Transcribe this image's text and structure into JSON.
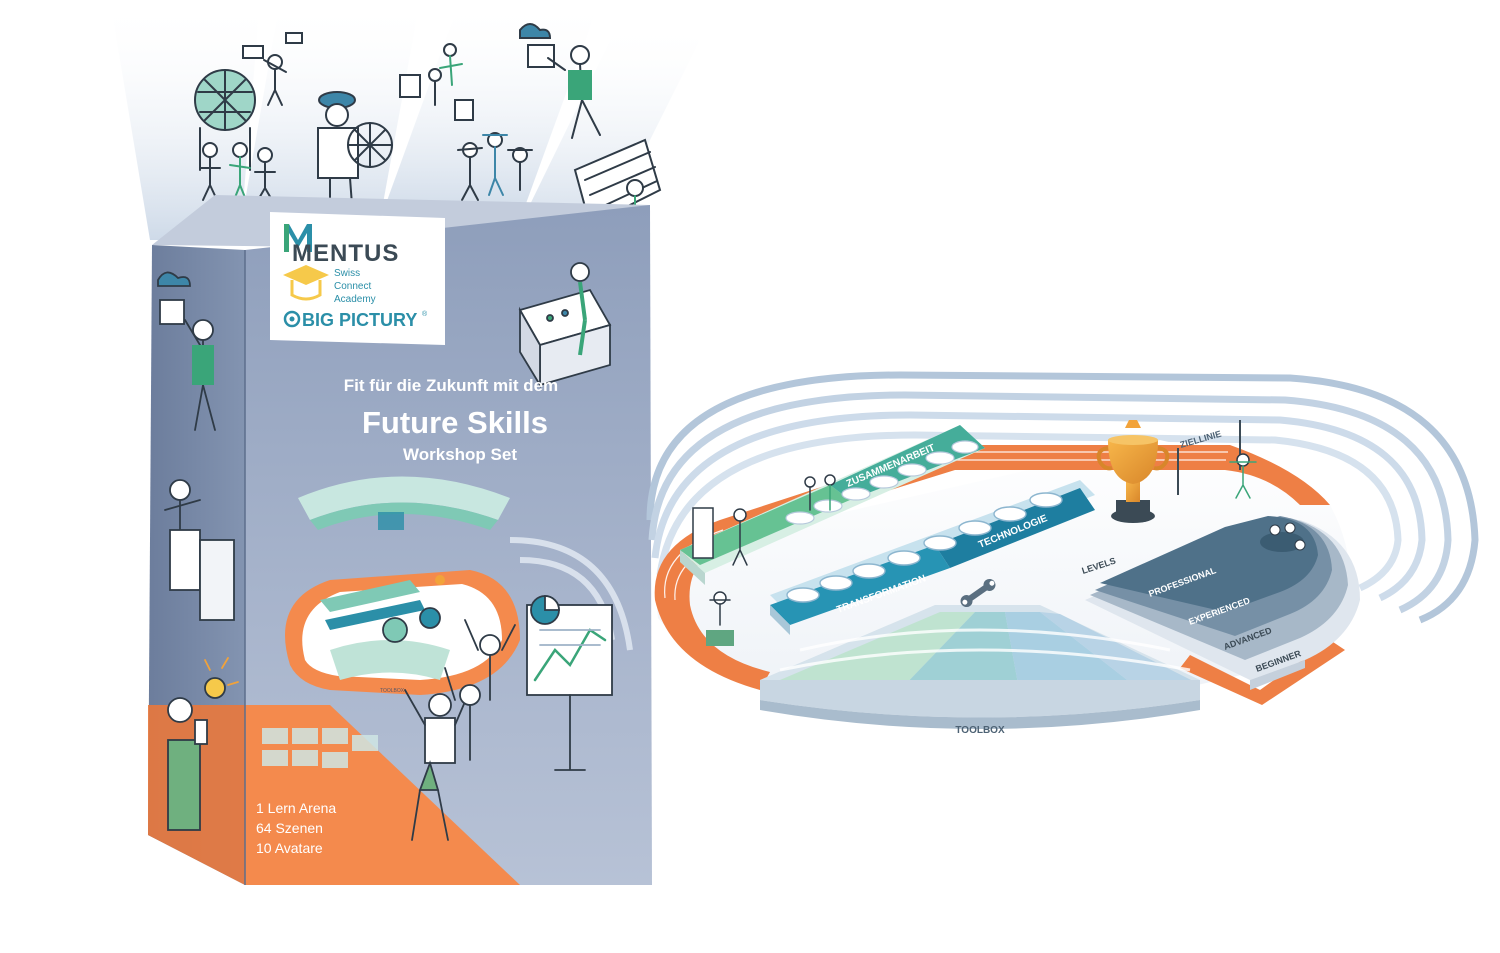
{
  "box": {
    "logos": {
      "mentus": "MENTUS",
      "swiss_line1": "Swiss",
      "swiss_line2": "Connect",
      "swiss_line3": "Academy",
      "bigpicture": "BIG PICTURY",
      "registered": "®"
    },
    "headline_line1": "Fit für die Zukunft mit dem",
    "headline_line2": "Future Skills",
    "headline_line3": "Workshop Set",
    "mini_toolbox": "TOOLBOX",
    "contents": [
      "1 Lern Arena",
      "64 Szenen",
      "10 Avatare"
    ],
    "colors": {
      "front": "#97a6c0",
      "side": "#6e7f9d",
      "orange": "#f48a4d",
      "teal": "#2c8aa0"
    }
  },
  "arena": {
    "zusammenarbeit": "ZUSAMMENARBEIT",
    "technologie": "TECHNOLOGIE",
    "transformation": "TRANSFORMATION",
    "ziellinie": "ZIELLINIE",
    "levels_title": "LEVELS",
    "level_professional": "PROFESSIONAL",
    "level_experienced": "EXPERIENCED",
    "level_advanced": "ADVANCED",
    "level_beginner": "BEGINNER",
    "toolbox": "TOOLBOX",
    "colors": {
      "track": "#ee7f45",
      "green": "#5fbf8c",
      "blue": "#1f8fb0",
      "slate": "#5a7d93"
    }
  }
}
